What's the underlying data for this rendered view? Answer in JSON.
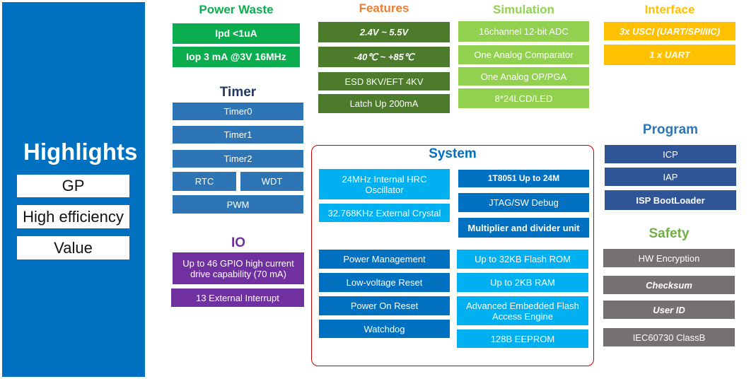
{
  "highlights": {
    "title": "Highlights",
    "items": [
      "GP",
      "High efficiency",
      "Value"
    ]
  },
  "power_waste": {
    "title": "Power Waste",
    "items": [
      "Ipd <1uA",
      "Iop 3 mA @3V 16MHz"
    ]
  },
  "timer": {
    "title": "Timer",
    "items": [
      "Timer0",
      "Timer1",
      "Timer2",
      "RTC",
      "WDT",
      "PWM"
    ]
  },
  "io": {
    "title": "IO",
    "items": [
      "Up to 46 GPIO high current drive capability (70 mA)",
      "13  External Interrupt"
    ]
  },
  "features": {
    "title": "Features",
    "items": [
      "2.4V ~  5.5V",
      "-40℃ ~ +85℃",
      "ESD 8KV/EFT 4KV",
      "Latch Up 200mA"
    ]
  },
  "simulation": {
    "title": "Simulation",
    "items": [
      "16channel 12-bit ADC",
      "One Analog Comparator",
      "One Analog OP/PGA",
      "8*24LCD/LED"
    ]
  },
  "interface": {
    "title": "Interface",
    "items": [
      "3x USCI  (UART/SPI/IIC)",
      "1 x UART"
    ]
  },
  "system": {
    "title": "System",
    "left_top": [
      "24MHz Internal HRC Oscillator",
      "32.768KHz External  Crystal"
    ],
    "right_top": [
      "1T8051  Up to 24M",
      "JTAG/SW Debug",
      "Multiplier and divider unit"
    ],
    "left_bottom": [
      "Power Management",
      "Low-voltage Reset",
      "Power On Reset",
      "Watchdog"
    ],
    "right_bottom": [
      "Up to 32KB Flash ROM",
      "Up to 2KB RAM",
      "Advanced Embedded Flash Access Engine",
      "128B EEPROM"
    ]
  },
  "program": {
    "title": "Program",
    "items": [
      "ICP",
      "IAP",
      "ISP BootLoader"
    ]
  },
  "safety": {
    "title": "Safety",
    "items": [
      "HW Encryption",
      "Checksum",
      "User ID",
      "IEC60730 ClassB"
    ]
  },
  "colors": {
    "highlight_panel": "#0070c0",
    "power_waste": "#0cad4f",
    "features": "#4b7b2b",
    "simulation": "#92d050",
    "interface": "#ffc000",
    "timer": "#2e75b6",
    "io": "#7030a0",
    "system_cyan": "#00b0f0",
    "system_blue": "#0070c0",
    "system_border": "#c00000",
    "program": "#2f5597",
    "safety": "#767171"
  }
}
